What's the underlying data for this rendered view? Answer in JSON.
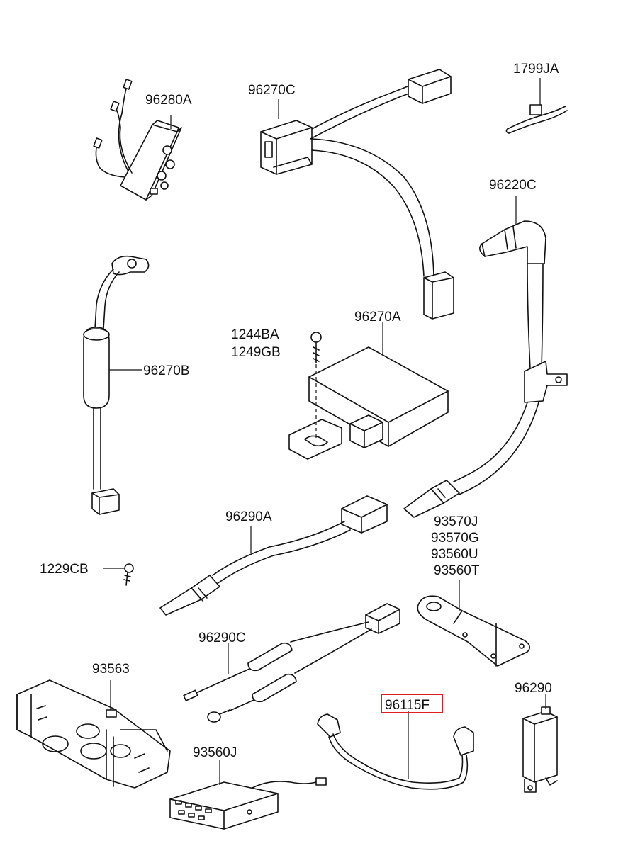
{
  "labels": {
    "p96280A": "96280A",
    "p96270C": "96270C",
    "p1799JA": "1799JA",
    "p96220C": "96220C",
    "p96270B": "96270B",
    "p1244BA": "1244BA",
    "p1249GB": "1249GB",
    "p96270A": "96270A",
    "p96290A": "96290A",
    "p93570J": "93570J",
    "p93570G": "93570G",
    "p93560U": "93560U",
    "p93560T": "93560T",
    "p1229CB": "1229CB",
    "p96290C": "96290C",
    "p93563": "93563",
    "p96115F": "96115F",
    "p96290": "96290",
    "p93560J": "93560J"
  },
  "highlight": {
    "part": "96115F",
    "color": "#e02020"
  }
}
